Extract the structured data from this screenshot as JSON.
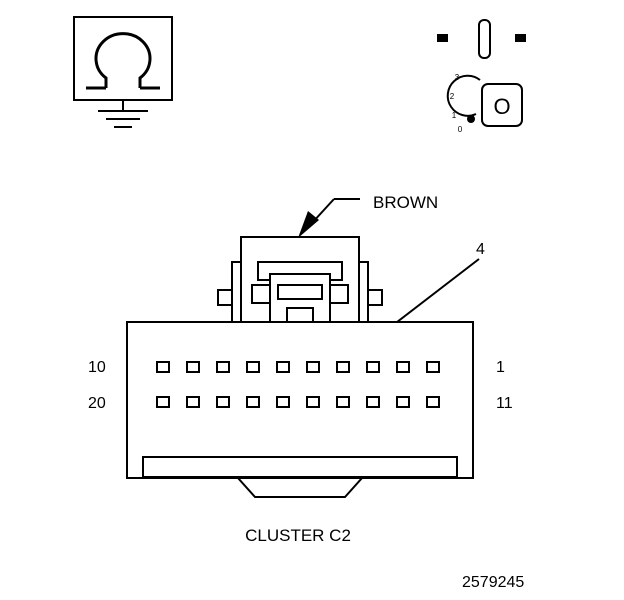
{
  "labels": {
    "brown": "BROWN",
    "pin_callout": "4",
    "left_top": "10",
    "left_bottom": "20",
    "right_top": "1",
    "right_bottom": "11",
    "caption": "CLUSTER C2",
    "figure_number": "2579245"
  },
  "key_switch": {
    "key_letter": "O",
    "positions": [
      "3",
      "2",
      "1",
      "0"
    ]
  },
  "connector": {
    "cavity_rows": 2,
    "cavities_per_row": 10
  },
  "icons": [
    "ohmmeter-ground-icon",
    "ignition-key-off-icon",
    "connector-face-icon"
  ]
}
